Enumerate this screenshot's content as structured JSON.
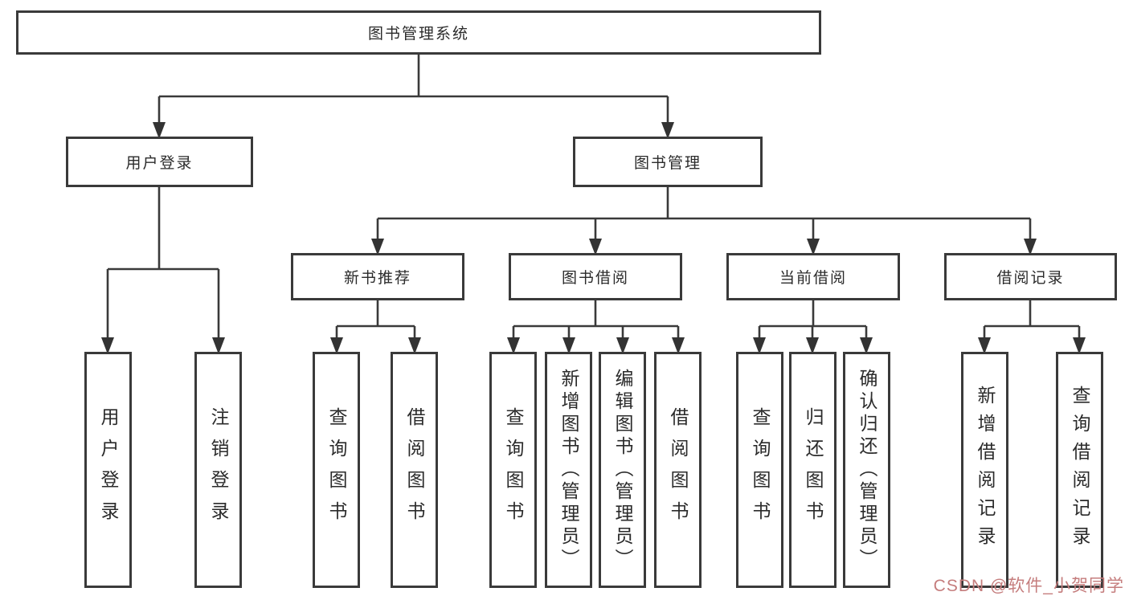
{
  "nodes": {
    "root": "图书管理系统",
    "l2": [
      "用户登录",
      "图书管理"
    ],
    "l3": [
      "新书推荐",
      "图书借阅",
      "当前借阅",
      "借阅记录"
    ],
    "leaf": [
      "用户登录",
      "注销登录",
      "查询图书",
      "借阅图书",
      "查询图书",
      "新增图书（管理员）",
      "编辑图书（管理员）",
      "借阅图书",
      "查询图书",
      "归还图书",
      "确认归还（管理员）",
      "新增借阅记录",
      "查询借阅记录"
    ]
  },
  "watermark": {
    "text": "CSDN @软件_小贺同学",
    "color": "#c57d7d"
  },
  "colors": {
    "line": "#3a3a3a",
    "box_border": "#3a3a3a",
    "text": "#2b2b2b",
    "background": "#ffffff"
  }
}
